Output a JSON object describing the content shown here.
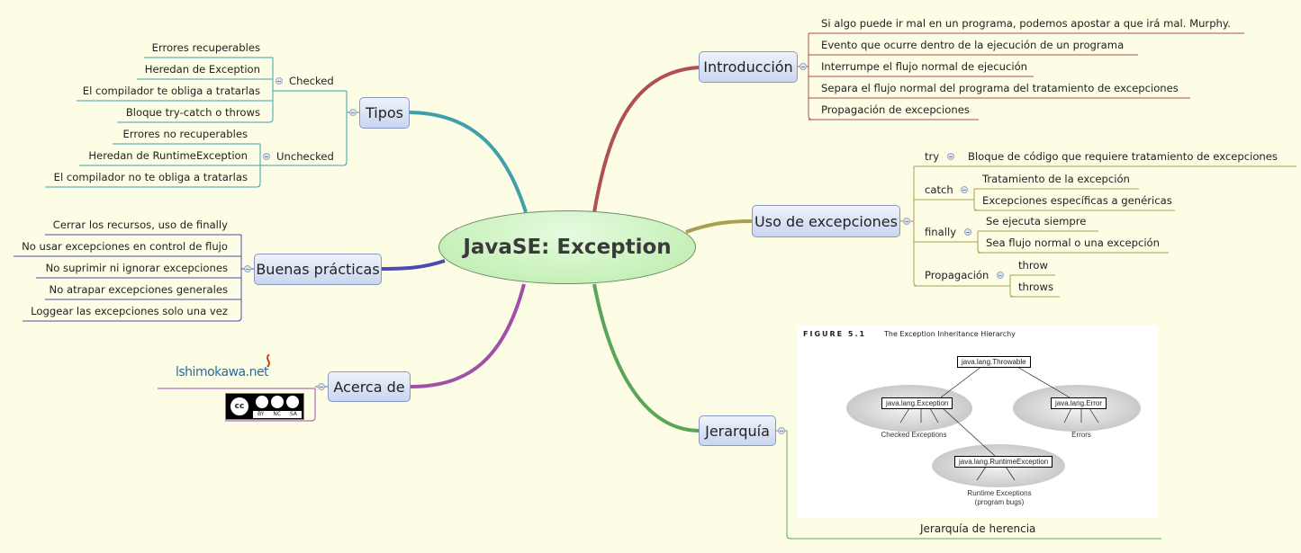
{
  "center": "JavaSE: Exception",
  "colors": {
    "background": "#fdfde6",
    "introduccion": "#b05050",
    "uso": "#a8a050",
    "jerarquia": "#5aa55a",
    "acerca": "#a050a8",
    "buenas": "#4a4ab0",
    "tipos": "#40a0a8"
  },
  "introduccion": {
    "label": "Introducción",
    "items": [
      "Si algo puede ir mal en un programa, podemos apostar a que irá mal. Murphy.",
      "Evento que ocurre dentro de la ejecución de un programa",
      "Interrumpe el flujo normal de ejecución",
      "Separa el flujo normal del programa del tratamiento de excepciones",
      "Propagación de excepciones"
    ]
  },
  "uso": {
    "label": "Uso de excepciones",
    "try": {
      "label": "try",
      "items": [
        "Bloque de código que requiere tratamiento de excepciones"
      ]
    },
    "catch": {
      "label": "catch",
      "items": [
        "Tratamiento de la excepción",
        "Excepciones específicas a genéricas"
      ]
    },
    "finally": {
      "label": "finally",
      "items": [
        "Se ejecuta siempre",
        "Sea flujo normal o una excepción"
      ]
    },
    "propagacion": {
      "label": "Propagación",
      "items": [
        "throw",
        "throws"
      ]
    }
  },
  "jerarquia": {
    "label": "Jerarquía",
    "caption": "Jerarquía de herencia",
    "figure": {
      "number": "FIGURE 5.1",
      "title": "The Exception Inheritance Hierarchy",
      "throwable": "java.lang.Throwable",
      "exception": "java.lang.Exception",
      "error": "java.lang.Error",
      "runtime": "java.lang.RuntimeException",
      "checked_caption": "Checked Exceptions",
      "errors_caption": "Errors",
      "runtime_caption_1": "Runtime Exceptions",
      "runtime_caption_2": "(program bugs)"
    }
  },
  "acerca": {
    "label": "Acerca de",
    "logo": "lshimokawa.net",
    "license": {
      "cc": "cc",
      "by": "BY",
      "nc": "NC",
      "sa": "SA"
    }
  },
  "buenas": {
    "label": "Buenas prácticas",
    "items": [
      "Cerrar los recursos, uso de finally",
      "No usar excepciones en control de flujo",
      "No suprimir ni ignorar excepciones",
      "No atrapar excepciones generales",
      "Loggear las excepciones solo una vez"
    ]
  },
  "tipos": {
    "label": "Tipos",
    "checked": {
      "label": "Checked",
      "items": [
        "Errores recuperables",
        "Heredan de Exception",
        "El compilador te obliga a tratarlas",
        "Bloque try-catch o throws"
      ]
    },
    "unchecked": {
      "label": "Unchecked",
      "items": [
        "Errores no recuperables",
        "Heredan de RuntimeException",
        "El compilador no te obliga a tratarlas"
      ]
    }
  }
}
